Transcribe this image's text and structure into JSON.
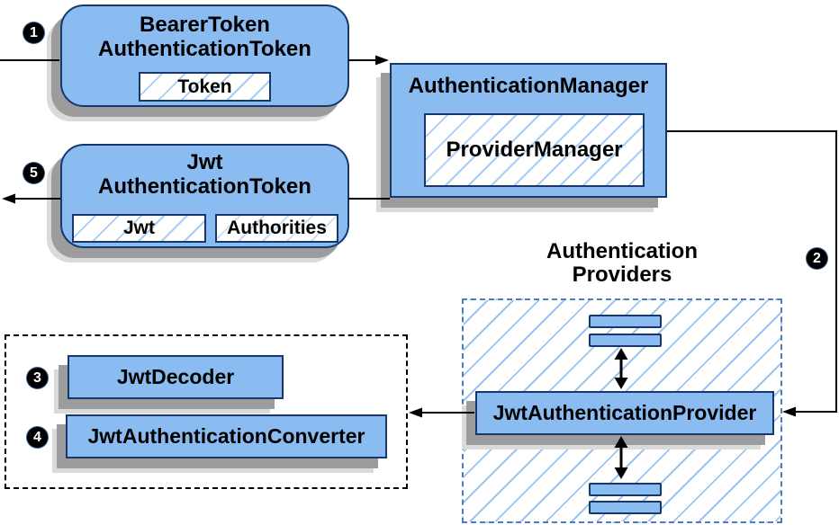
{
  "nodes": {
    "bearer_token": {
      "title_line1": "BearerToken",
      "title_line2": "AuthenticationToken",
      "chip": "Token"
    },
    "authentication_manager": {
      "title": "AuthenticationManager",
      "inner": "ProviderManager"
    },
    "jwt_authentication_token": {
      "title_line1": "Jwt",
      "title_line2": "AuthenticationToken",
      "chips": [
        "Jwt",
        "Authorities"
      ]
    },
    "providers_group": {
      "label_line1": "Authentication",
      "label_line2": "Providers"
    },
    "jwt_authentication_provider": {
      "title": "JwtAuthenticationProvider"
    },
    "converter_group": {
      "decoder": "JwtDecoder",
      "converter": "JwtAuthenticationConverter"
    }
  },
  "steps": {
    "one": "1",
    "two": "2",
    "three": "3",
    "four": "4",
    "five": "5"
  },
  "colors": {
    "node_fill": "#8abcf1",
    "node_border": "#16386b",
    "hatch_line": "#a9ccf2",
    "dashed_blue_border": "#4a7dbd",
    "dashed_black_border": "#000000",
    "shadow_dark": "#9c9c9c",
    "shadow_light": "#dadada",
    "arrow": "#000000",
    "badge_background": "#000000",
    "badge_text": "#ffffff"
  }
}
